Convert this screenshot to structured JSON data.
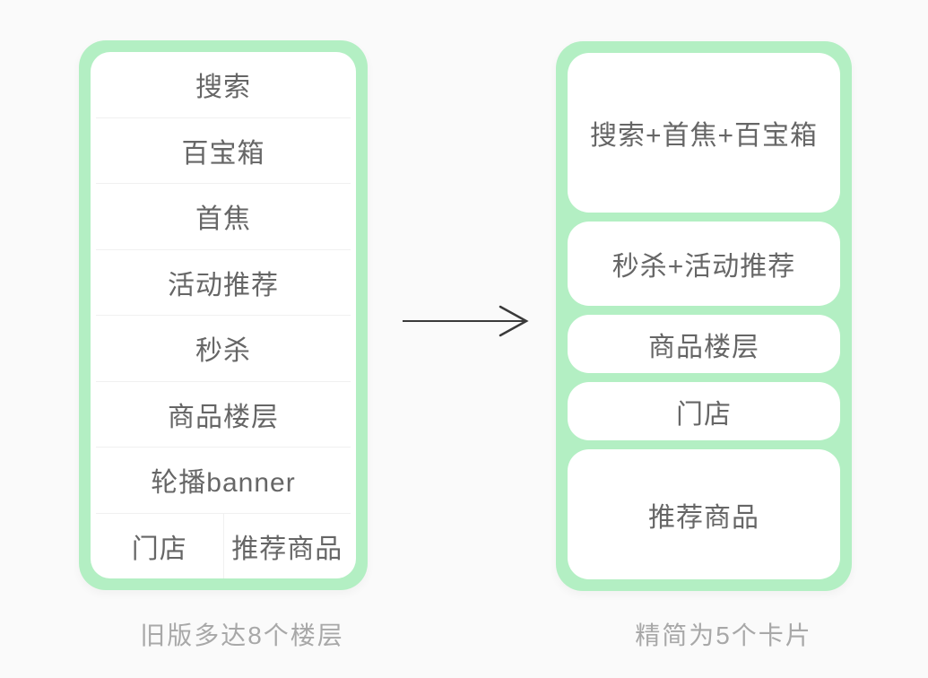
{
  "colors": {
    "accent_green": "#B3EFC3",
    "page_background": "#FAFAFA",
    "card_background": "#FFFFFF",
    "row_text": "#666666",
    "caption_text": "#A8A8A8",
    "divider": "#F0F0F0",
    "arrow": "#3A3A3A"
  },
  "left_panel": {
    "rows": [
      "搜索",
      "百宝箱",
      "首焦",
      "活动推荐",
      "秒杀",
      "商品楼层",
      "轮播banner"
    ],
    "bottom_row": {
      "left_cell": "门店",
      "right_cell": "推荐商品"
    },
    "caption": "旧版多达8个楼层"
  },
  "right_panel": {
    "cards": [
      {
        "label": "搜索+首焦+百宝箱"
      },
      {
        "label": "秒杀+活动推荐"
      },
      {
        "label": "商品楼层"
      },
      {
        "label": "门店"
      },
      {
        "label": "推荐商品"
      }
    ],
    "caption": "精简为5个卡片"
  },
  "arrow": {
    "icon": "right-arrow"
  }
}
